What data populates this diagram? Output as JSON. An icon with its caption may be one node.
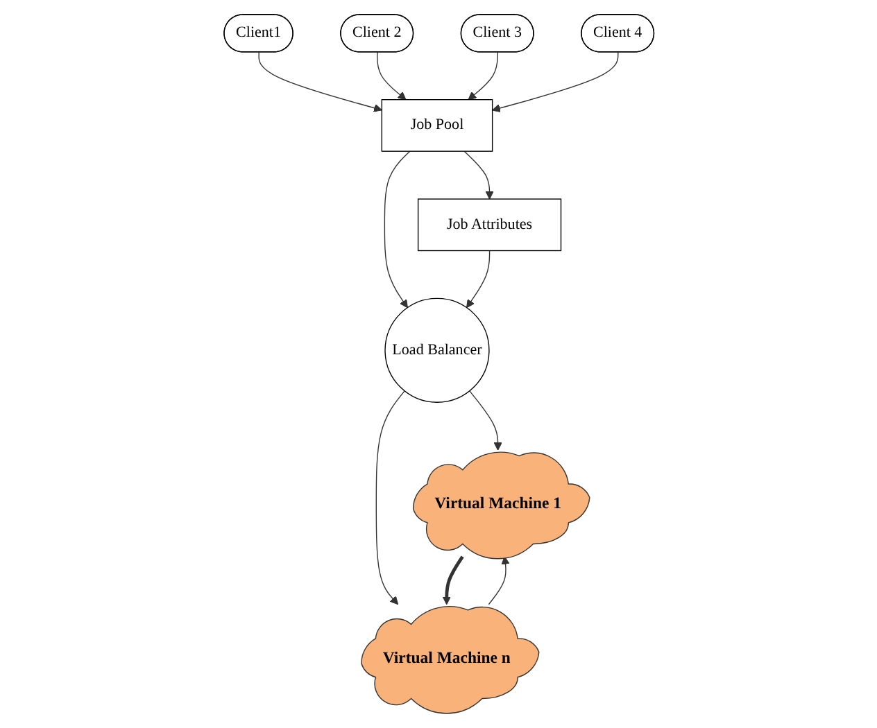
{
  "diagram": {
    "nodes": [
      {
        "text": [
          "Client1"
        ]
      },
      {
        "text": [
          "Client 2"
        ]
      },
      {
        "text": [
          "Client 3"
        ]
      },
      {
        "text": [
          "Client 4"
        ]
      },
      {
        "text": [
          "Job Pool"
        ]
      },
      {
        "text": [
          "Load Balancer"
        ]
      },
      {
        "text": [
          "Job Attributes"
        ]
      },
      {
        "text": [
          "Virtual Machine 1"
        ]
      },
      {
        "text": [
          "Virtual Machine n"
        ]
      }
    ],
    "edges": [
      {
        "from": 0,
        "to": 4,
        "arrow": "to"
      },
      {
        "from": 1,
        "to": 4,
        "arrow": "to"
      },
      {
        "from": 2,
        "to": 4,
        "arrow": "to"
      },
      {
        "from": 3,
        "to": 4,
        "arrow": "to"
      },
      {
        "from": 4,
        "to": 5,
        "arrow": "to"
      },
      {
        "from": 4,
        "to": 6,
        "arrow": "to"
      },
      {
        "from": 6,
        "to": 5,
        "arrow": "to"
      },
      {
        "from": 5,
        "to": 7,
        "arrow": "to"
      },
      {
        "from": 5,
        "to": 8,
        "arrow": "to"
      },
      {
        "from": 8,
        "to": 7,
        "arrow": "to"
      },
      {
        "from": 7,
        "to": 8,
        "arrow": "to",
        "style": "thick"
      }
    ]
  }
}
